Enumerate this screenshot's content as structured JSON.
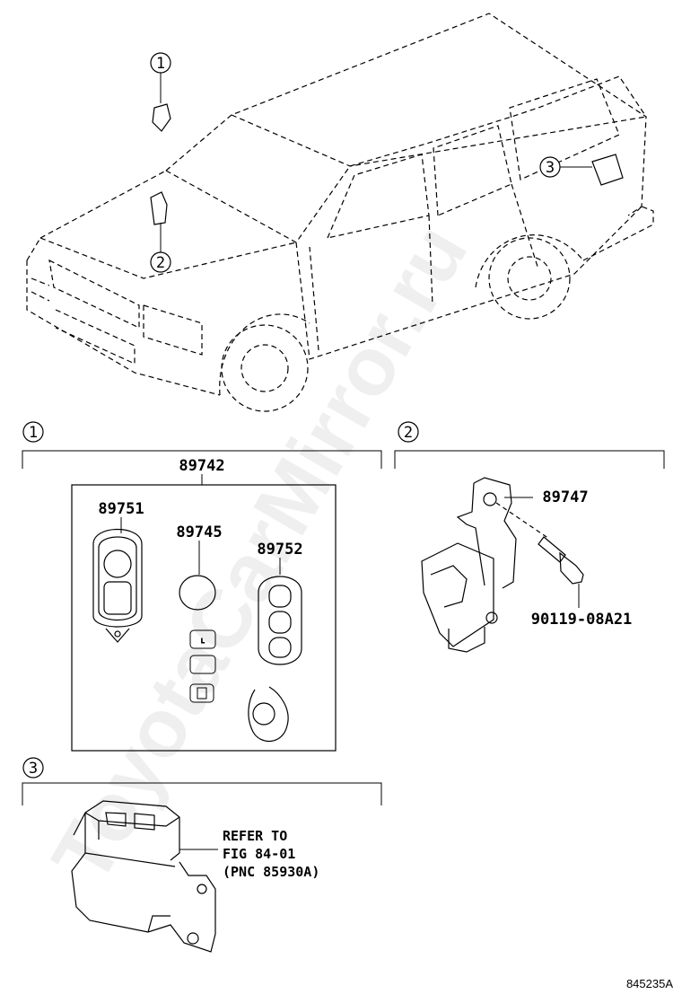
{
  "watermark": "ToyotaCarMirror.ru",
  "callouts": [
    "1",
    "2",
    "3"
  ],
  "section1": {
    "index": "1",
    "assembly": "89742",
    "parts": {
      "left_transmitter": "89751",
      "battery": "89745",
      "right_transmitter": "89752"
    }
  },
  "section2": {
    "index": "2",
    "bracket": "89747",
    "screw": "90119-08A21"
  },
  "section3": {
    "index": "3",
    "refer_lines": [
      "REFER TO",
      "FIG 84-01",
      "(PNC 85930A)"
    ]
  },
  "illustration_code": "845235A",
  "colors": {
    "line": "#000000",
    "background": "#ffffff"
  }
}
